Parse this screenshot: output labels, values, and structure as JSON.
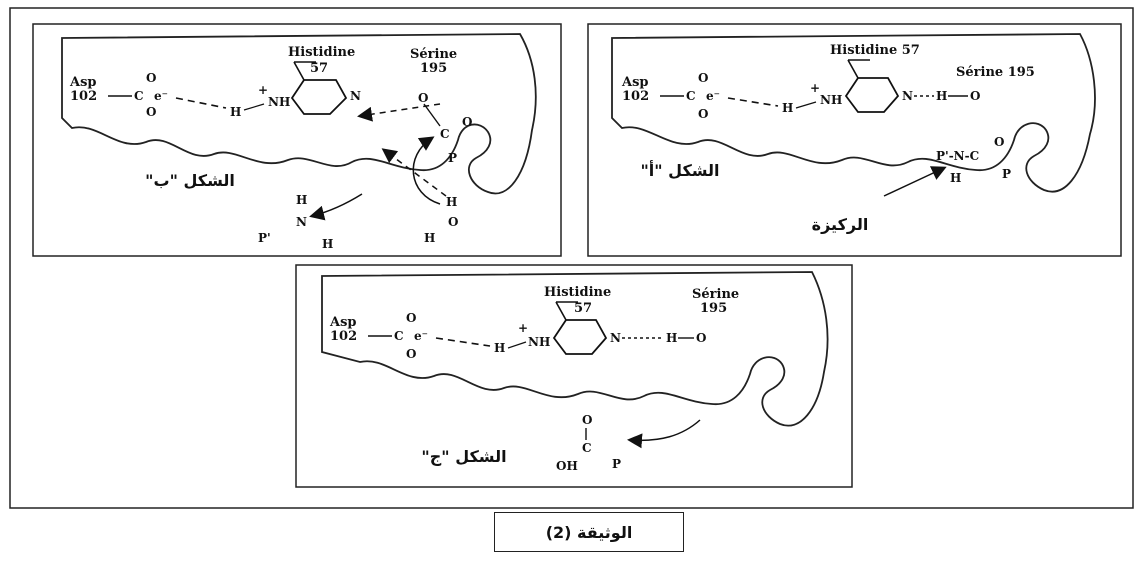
{
  "caption": "الوثيقة (2)",
  "panel_a": {
    "figure_label": "الشكل \"أ\"",
    "substrate_label": "الركيزة",
    "asp": "Asp",
    "asp_num": "102",
    "his": "Histidine 57",
    "ser": "Sérine 195"
  },
  "panel_b": {
    "figure_label": "الشكل \"ب\"",
    "asp": "Asp",
    "asp_num": "102",
    "his": "Histidine",
    "his_num": "57",
    "ser": "Sérine",
    "ser_num": "195"
  },
  "panel_c": {
    "figure_label": "الشكل \"ج\"",
    "asp": "Asp",
    "asp_num": "102",
    "his": "Histidine",
    "his_num": "57",
    "ser": "Sérine",
    "ser_num": "195",
    "product_oh": "OH"
  },
  "atoms": {
    "C": "C",
    "O": "O",
    "H": "H",
    "N": "N",
    "NH": "NH",
    "P": "P",
    "e_minus": "e⁻",
    "plus": "+",
    "p_prime": "P'",
    "pn": "P'-N-C",
    "h": "H"
  }
}
